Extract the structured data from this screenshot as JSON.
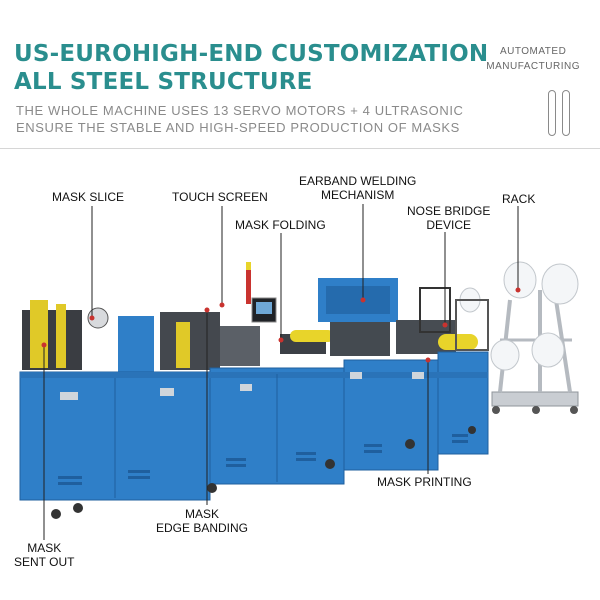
{
  "header": {
    "headline_line1": "US-EUROHIGH-END CUSTOMIZATION",
    "headline_line2": "ALL STEEL STRUCTURE",
    "tag_line1": "AUTOMATED",
    "tag_line2": "MANUFACTURING",
    "sub_line1": "THE WHOLE MACHINE USES 13 SERVO MOTORS + 4 ULTRASONIC",
    "sub_line2": "ENSURE THE STABLE AND HIGH-SPEED PRODUCTION OF MASKS"
  },
  "callouts": {
    "mask_slice": "MASK SLICE",
    "touch_screen": "TOUCH SCREEN",
    "earband_1": "EARBAND WELDING",
    "earband_2": "MECHANISM",
    "mask_folding": "MASK FOLDING",
    "nose_1": "NOSE BRIDGE",
    "nose_2": "DEVICE",
    "rack": "RACK",
    "mask_printing": "MASK PRINTING",
    "edge_1": "MASK",
    "edge_2": "EDGE BANDING",
    "sent_1": "MASK",
    "sent_2": "SENT OUT"
  },
  "colors": {
    "headline": "#2a8e8e",
    "cabinet": "#2f7fc8",
    "cabinet_dark": "#1f5f9e",
    "roller_yellow": "#e8d42a"
  }
}
